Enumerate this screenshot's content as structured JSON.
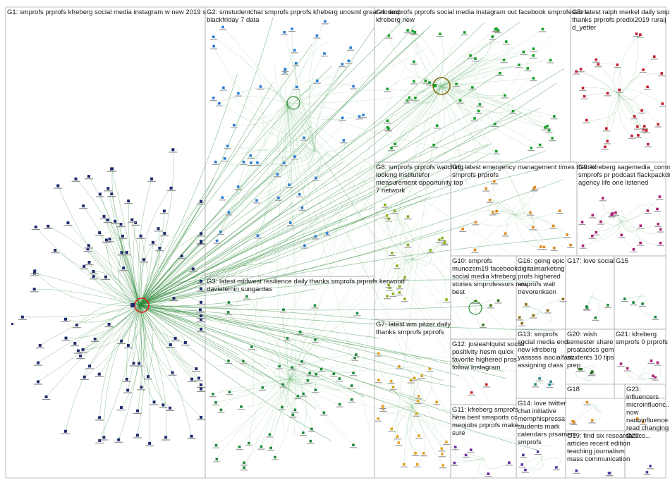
{
  "colors": {
    "background": "#ffffff",
    "panel_border": "#b0b0b0",
    "edge": "#2e8b3a",
    "edge_light": "#7fbf86",
    "hub_ring_main": "#e02020",
    "hub_ring_g4": "#8a6a10",
    "hub_ring_g2": "#2e8b3a"
  },
  "groups": [
    {
      "id": "G1",
      "label": "G1: smprofs prprofs kfreberg social media instagram w new 2019 s",
      "color": "#1f2a6e"
    },
    {
      "id": "G2",
      "label": "G2: smstudentchat smprofs prprofs kfreberg unosml great nodexl blackfriday 7 data",
      "color": "#2b7bd6"
    },
    {
      "id": "G3",
      "label": "G3: latest midwest resilience daily thanks smprofs prprofs kerwood daviatemin sungardas",
      "color": "#1e8a3c"
    },
    {
      "id": "G4",
      "label": "G4: smprofs prprofs social media instagram out facebook smprofessors kfreberg new",
      "color": "#16a02a"
    },
    {
      "id": "G5",
      "label": "G5: latest ralph merkel daily smprofs thanks prprofs predix2019 ruralj d_yetter",
      "color": "#c41a2a"
    },
    {
      "id": "G6",
      "label": "G6: latest emergency management times thanks smprofs prprofs",
      "color": "#e08a1a"
    },
    {
      "id": "G7",
      "label": "G7: latest wm pitzer daily thanks smprofs prprofs",
      "color": "#e0a020"
    },
    {
      "id": "G8",
      "label": "G8: smprofs prprofs watching looking institutefor measurement opportunity top 7 network",
      "color": "#8ab41e"
    },
    {
      "id": "G9",
      "label": "G9: kfreberg sagemedia_comm smprofs pr podcast flackpackdc agency life one listened",
      "color": "#b01e78"
    },
    {
      "id": "G10",
      "label": "G10: smprofs munozsm19 facebook social media kfreberg stories smprofessors new best",
      "color": "#3a7a1a"
    },
    {
      "id": "G11",
      "label": "G11: kfreberg smprofs here best smsports cc meojobs prprofs make sure",
      "color": "#6a2aa0"
    },
    {
      "id": "G12",
      "label": "G12: josieahlquist social positivity hesm quick favorite highered pros follow instagram",
      "color": "#d02a2a"
    },
    {
      "id": "G13",
      "label": "G13: smprofs social media end new kfreberg yasssss isocialfanz assigning class",
      "color": "#2a8a8a"
    },
    {
      "id": "G14",
      "label": "G14: love twitter chat initiative memphispressa students mark calendars prsamem smprofs",
      "color": "#5a3aa0"
    },
    {
      "id": "G15",
      "label": "G15",
      "color": "#1e8a3c"
    },
    {
      "id": "G16",
      "label": "G16: going epic digitalmarketing profs highered smprofs wait trevorenkson",
      "color": "#8a6a10"
    },
    {
      "id": "G17",
      "label": "G17: love social",
      "color": "#1e8a3c"
    },
    {
      "id": "G18",
      "label": "G18",
      "color": "#e08a1a"
    },
    {
      "id": "G19",
      "label": "G19: find six research articles recent edition teaching journalism mass communication",
      "color": "#3a3a9a"
    },
    {
      "id": "G20",
      "label": "G20: wish semester share prsatactics gem students 10 tips prep",
      "color": "#2a6a2a"
    },
    {
      "id": "G21",
      "label": "G21: kfreberg smprofs 0 prprofs",
      "color": "#b01e78"
    },
    {
      "id": "G22",
      "label": "G22",
      "color": "#5a3aa0"
    },
    {
      "id": "G23",
      "label": "G23: influencers microinfluenc... now nanoinfluence... read changing tactics...",
      "color": "#e08a1a"
    }
  ]
}
